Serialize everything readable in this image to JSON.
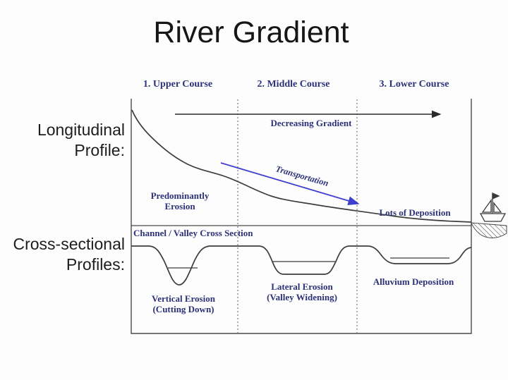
{
  "title": "River Gradient",
  "side_labels": {
    "longitudinal": "Longitudinal\nProfile:",
    "cross_sectional": "Cross-sectional\nProfiles:"
  },
  "courses": [
    {
      "label": "1. Upper Course"
    },
    {
      "label": "2. Middle Course"
    },
    {
      "label": "3. Lower Course"
    }
  ],
  "longitudinal_profile": {
    "gradient_arrow_label": "Decreasing Gradient",
    "transport_arrow_label": "Transportation",
    "upper_label": "Predominantly\nErosion",
    "lower_label": "Lots of Deposition"
  },
  "cross_sections": {
    "header": "Channel / Valley Cross Section",
    "upper_label": "Vertical Erosion\n(Cutting Down)",
    "middle_label": "Lateral Erosion\n(Valley Widening)",
    "lower_label": "Alluvium Deposition"
  },
  "icons": {
    "sailboat": "sailboat-icon",
    "delta": "hatched-delta-shape"
  },
  "colors": {
    "label_navy": "#2c3178",
    "arrow_blue": "#3e3ecf",
    "line_gray": "#3d3d3d",
    "title_black": "#161616"
  }
}
